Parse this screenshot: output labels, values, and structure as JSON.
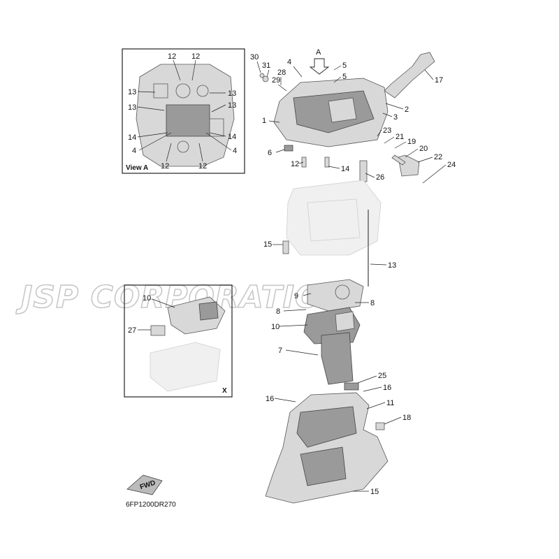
{
  "watermark": "JSP CORPORATION",
  "diagram_code": "6FP1200DR270",
  "view_a": {
    "title": "View A"
  },
  "view_x": {
    "title": "X"
  },
  "arrow_a_label": "A",
  "fwd_label": "FWD",
  "callouts_view_a": [
    "12",
    "12",
    "13",
    "13",
    "13",
    "13",
    "14",
    "14",
    "4",
    "4",
    "12",
    "12"
  ],
  "callouts_main": [
    "30",
    "31",
    "28",
    "29",
    "4",
    "5",
    "5",
    "1",
    "17",
    "2",
    "3",
    "23",
    "21",
    "19",
    "20",
    "22",
    "24",
    "6",
    "12",
    "14",
    "26",
    "15",
    "13",
    "9",
    "8",
    "8",
    "10",
    "7",
    "25",
    "16",
    "16",
    "11",
    "18",
    "15"
  ],
  "callouts_view_x": [
    "10",
    "27"
  ]
}
